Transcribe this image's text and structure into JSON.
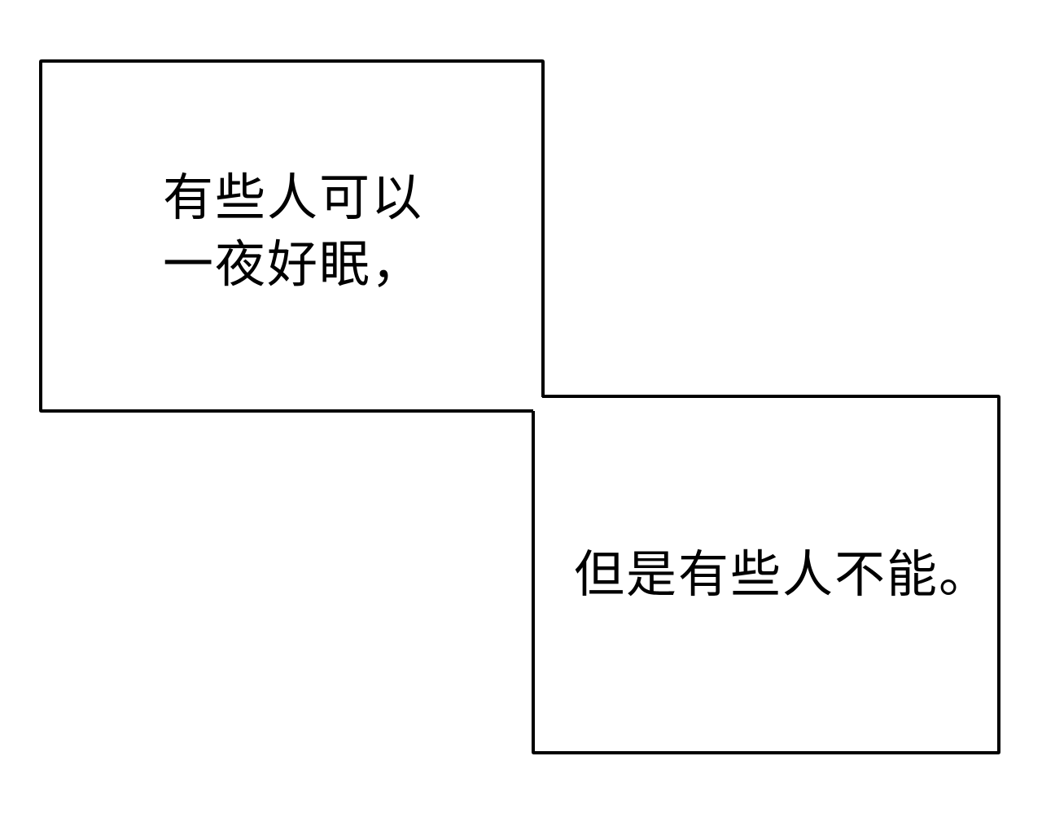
{
  "panels": [
    {
      "lines": [
        "有些人可以",
        "一夜好眠，"
      ]
    },
    {
      "lines": [
        "但是有些人不能。"
      ]
    }
  ],
  "colors": {
    "border": "#000000",
    "background": "#ffffff"
  }
}
